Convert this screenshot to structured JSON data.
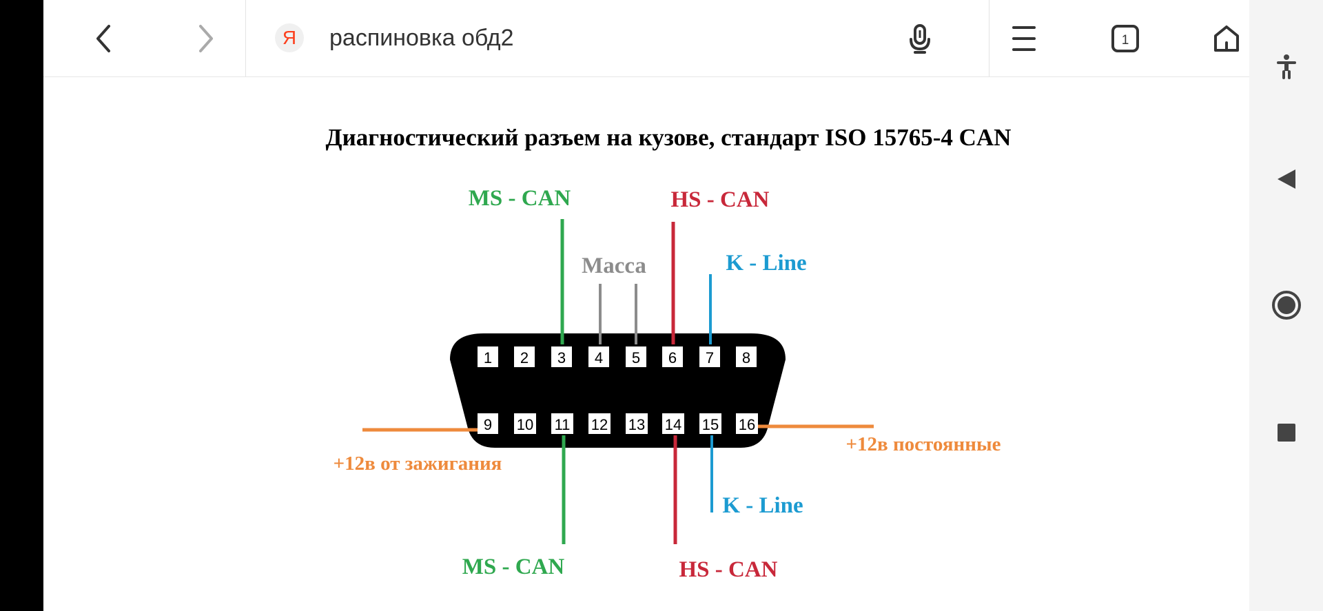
{
  "browser": {
    "search_query": "распиновка обд2",
    "search_engine_logo": "Я",
    "tabs_count": "1",
    "icons": [
      "back-arrow-icon",
      "forward-arrow-icon",
      "yandex-logo-icon",
      "microphone-icon",
      "menu-icon",
      "tabs-icon",
      "home-icon"
    ]
  },
  "diagram": {
    "title": "Диагностический разъем на кузове, стандарт ISO 15765-4 CAN",
    "pins_top": [
      "1",
      "2",
      "3",
      "4",
      "5",
      "6",
      "7",
      "8"
    ],
    "pins_bottom": [
      "9",
      "10",
      "11",
      "12",
      "13",
      "14",
      "15",
      "16"
    ],
    "labels": {
      "ms_can_top": "MS - CAN",
      "hs_can_top": "HS - CAN",
      "massa": "Масса",
      "k_line_top": "K - Line",
      "ign": "+12в от зажигания",
      "const": "+12в постоянные",
      "k_line_bottom": "K - Line",
      "ms_can_bottom": "MS - CAN",
      "hs_can_bottom": "HS - CAN"
    },
    "colors": {
      "green": "#2fa84f",
      "red": "#c8283a",
      "gray": "#8c8c8c",
      "blue": "#1c9bd1",
      "orange": "#ee8a3c"
    }
  },
  "system_nav": {
    "icons": [
      "accessibility-icon",
      "back-triangle-icon",
      "home-circle-icon",
      "recents-square-icon"
    ]
  }
}
